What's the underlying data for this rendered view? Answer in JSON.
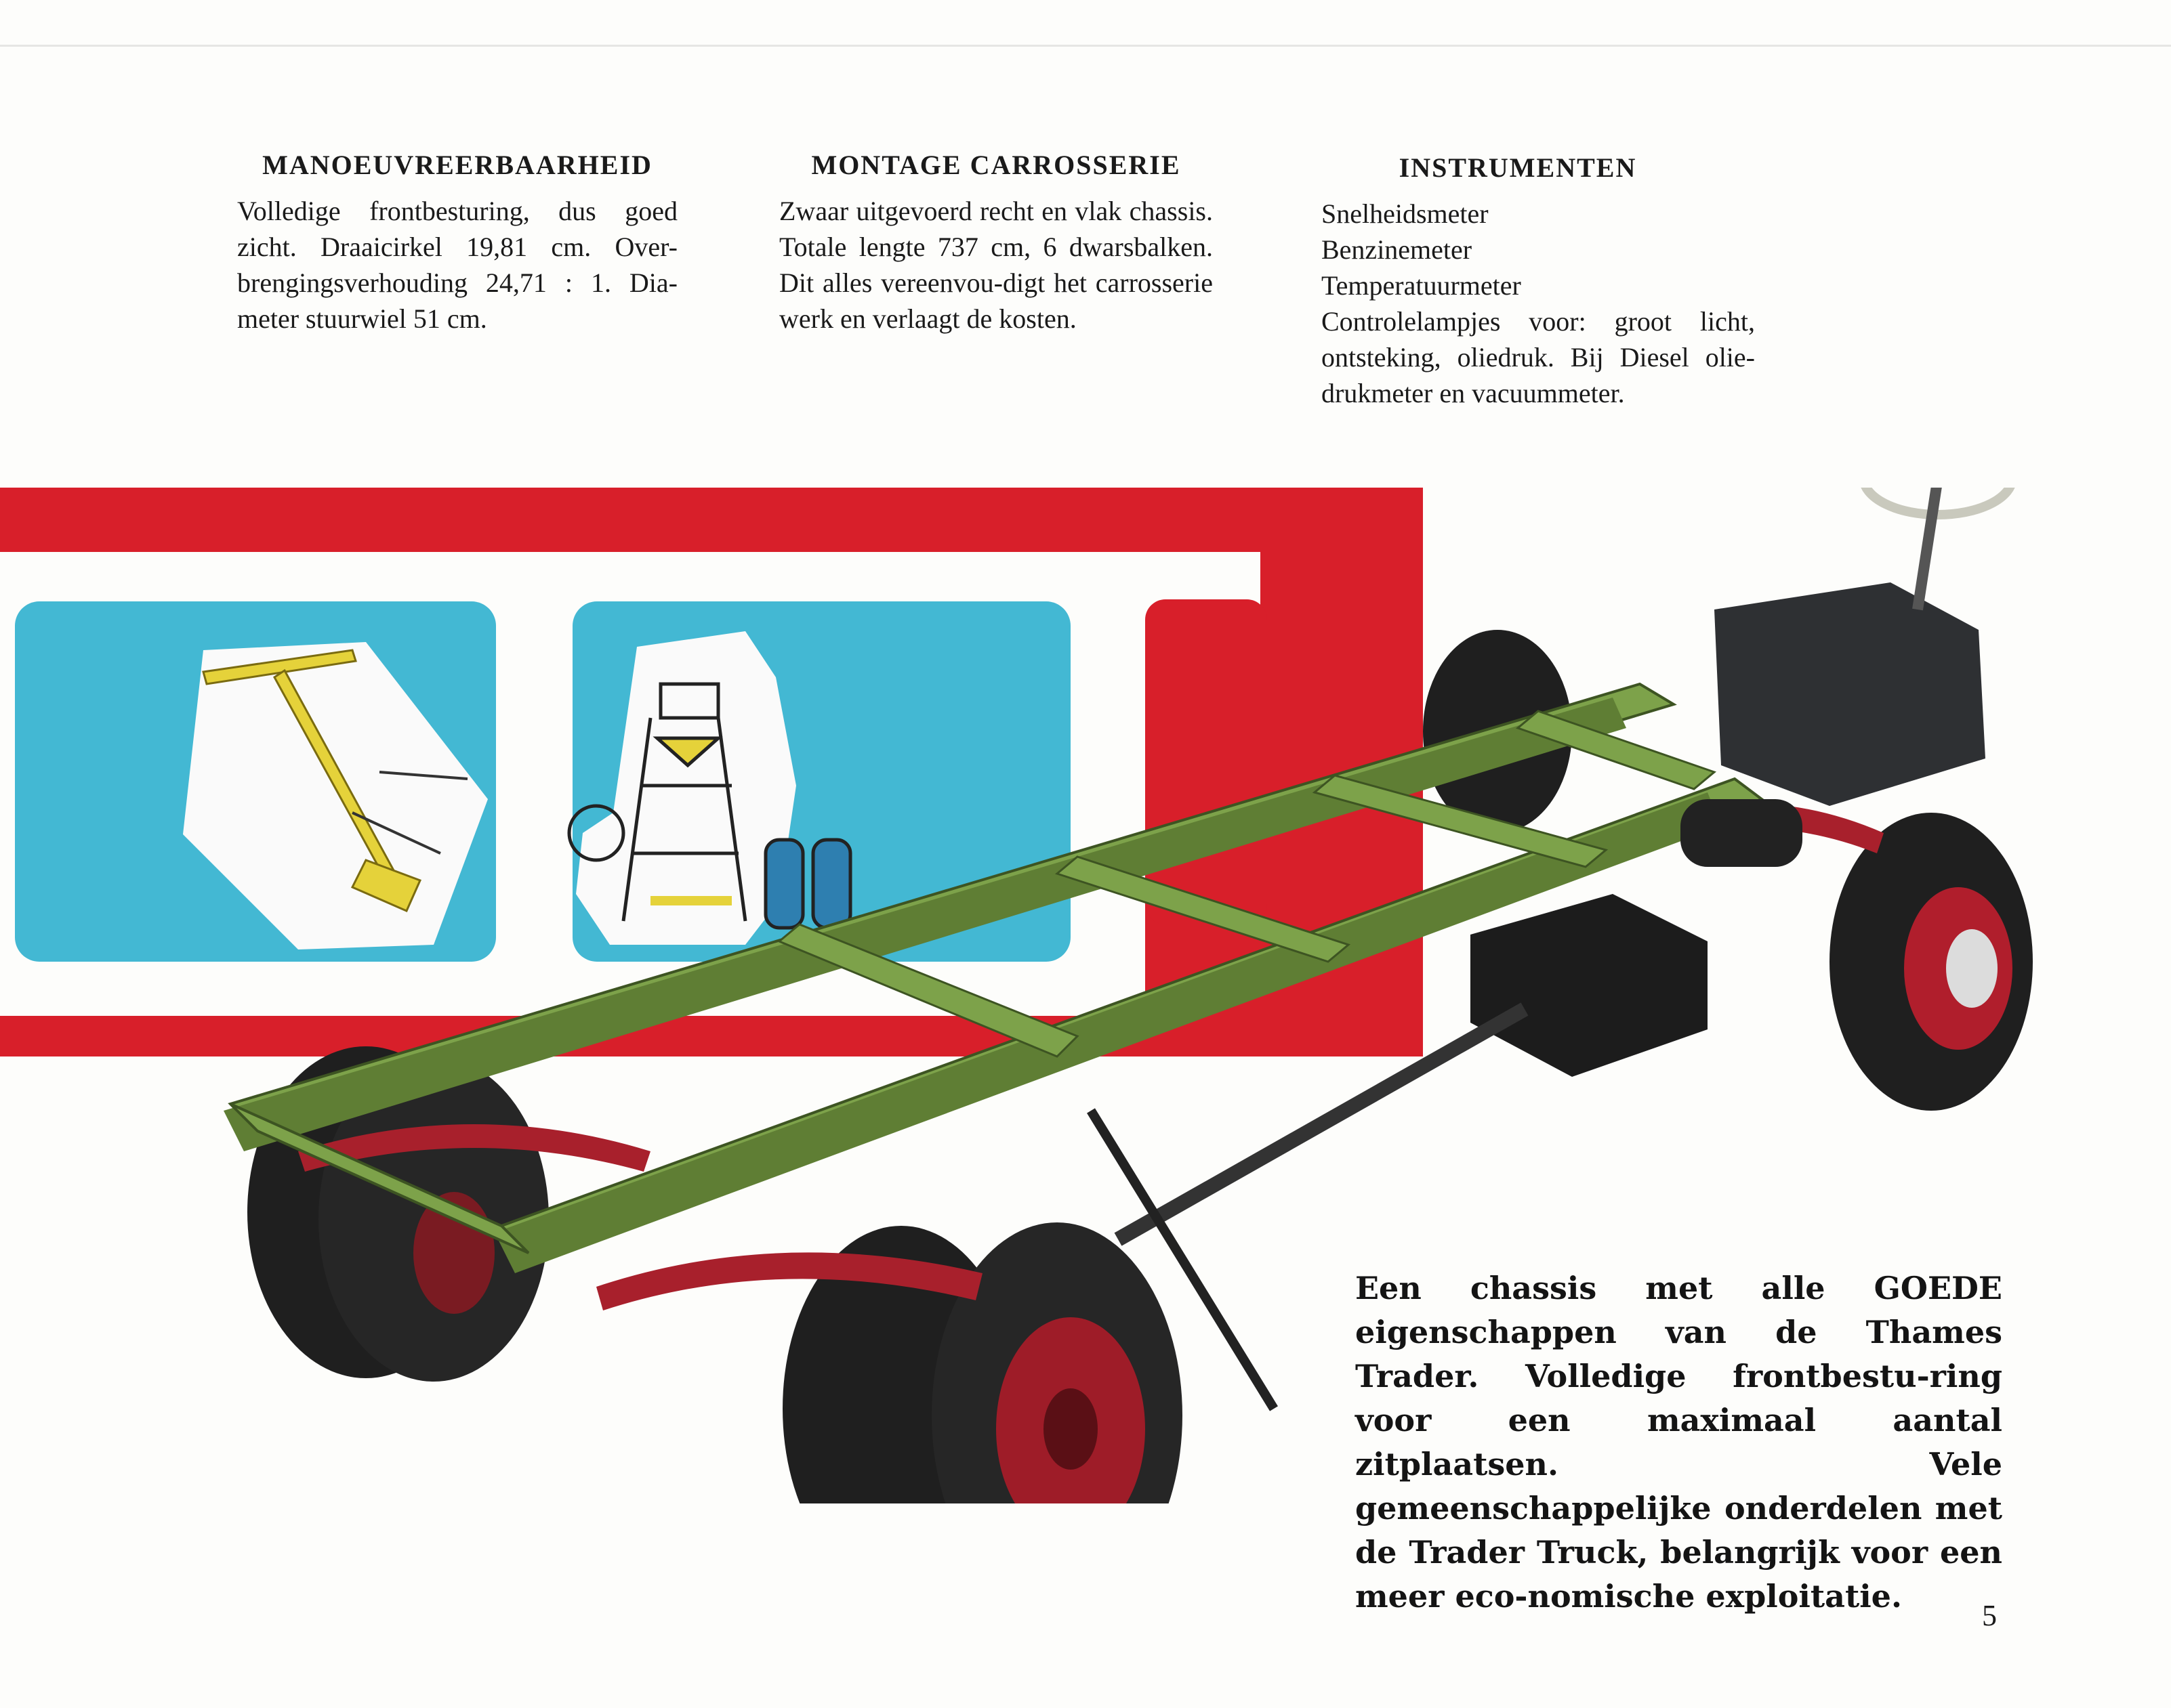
{
  "columns": [
    {
      "heading": "MANOEUVREERBAARHEID",
      "text": "Volledige frontbesturing, dus goed zicht. Draaicirkel 19,81 cm. Over-brengingsverhouding 24,71 : 1. Dia-meter stuurwiel 51 cm."
    },
    {
      "heading": "MONTAGE CARROSSERIE",
      "text": "Zwaar uitgevoerd recht en vlak chassis. Totale lengte 737 cm, 6 dwarsbalken. Dit alles vereenvou-digt het carrosserie werk en verlaagt de kosten."
    },
    {
      "heading": "INSTRUMENTEN",
      "lines": [
        "Snelheidsmeter",
        "Benzinemeter",
        "Temperatuurmeter",
        "Controlelampjes voor: groot licht, ontsteking, oliedruk. Bij Diesel olie-drukmeter en vacuummeter."
      ]
    }
  ],
  "caption": "Een chassis met alle GOEDE eigenschappen van de Thames Trader. Volledige frontbestu-ring voor een maximaal aantal zitplaatsen. Vele gemeenschappelijke onderdelen met de Trader Truck, belangrijk voor een meer eco-nomische exploitatie.",
  "page_number": "5",
  "colors": {
    "red_band": "#d81f2a",
    "panel_blue": "#43b8d3",
    "chassis_green": "#7da24a",
    "spring_red": "#a8202c",
    "steering_yellow": "#e5d23a"
  }
}
